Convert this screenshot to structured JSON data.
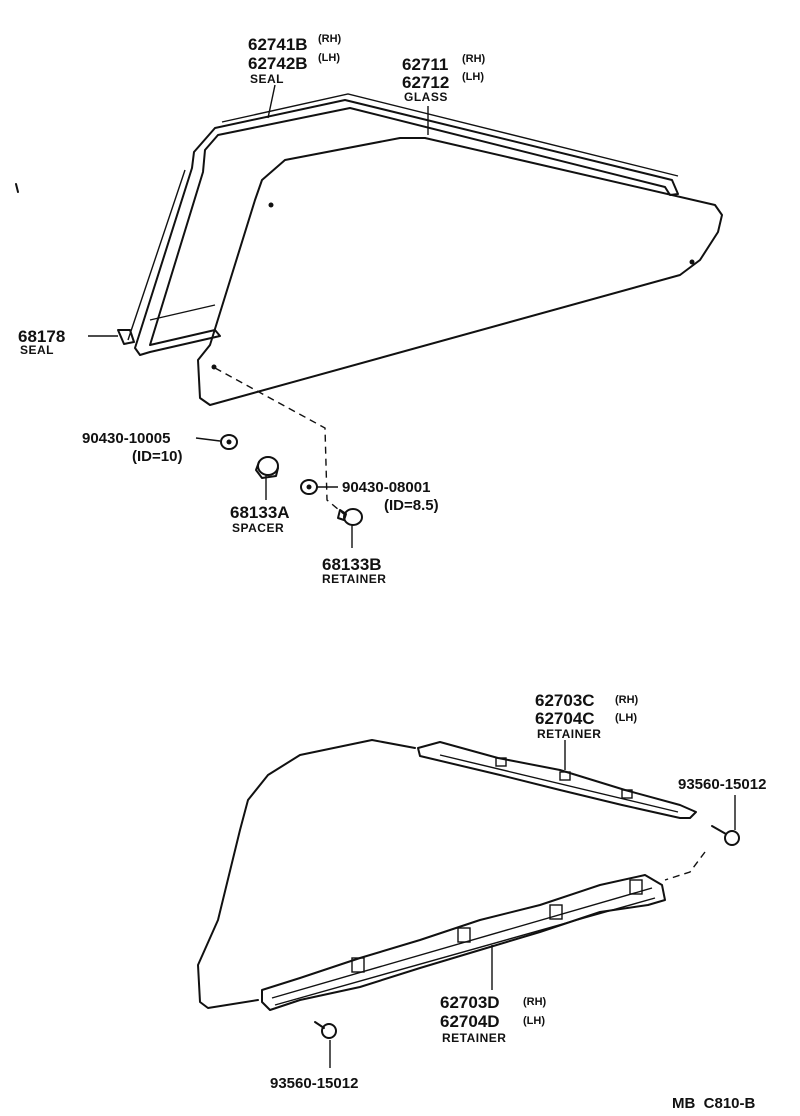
{
  "parts": {
    "seal_upper": {
      "pn_rh": "62741B",
      "side_rh": "(RH)",
      "pn_lh": "62742B",
      "side_lh": "(LH)",
      "name": "SEAL"
    },
    "glass": {
      "pn_rh": "62711",
      "side_rh": "(RH)",
      "pn_lh": "62712",
      "side_lh": "(LH)",
      "name": "GLASS"
    },
    "seal_lower": {
      "pn": "68178",
      "name": "SEAL"
    },
    "washer_10": {
      "pn": "90430-10005",
      "note": "(ID=10)"
    },
    "spacer": {
      "pn": "68133A",
      "name": "SPACER"
    },
    "washer_8": {
      "pn": "90430-08001",
      "note": "(ID=8.5)"
    },
    "retainer_b": {
      "pn": "68133B",
      "name": "RETAINER"
    },
    "retainer_c": {
      "pn_rh": "62703C",
      "side_rh": "(RH)",
      "pn_lh": "62704C",
      "side_lh": "(LH)",
      "name": "RETAINER"
    },
    "screw_right": {
      "pn": "93560-15012"
    },
    "retainer_d": {
      "pn_rh": "62703D",
      "side_rh": "(RH)",
      "pn_lh": "62704D",
      "side_lh": "(LH)",
      "name": "RETAINER"
    },
    "screw_bottom": {
      "pn": "93560-15012"
    }
  },
  "figure_ref": "MB  C810-B"
}
